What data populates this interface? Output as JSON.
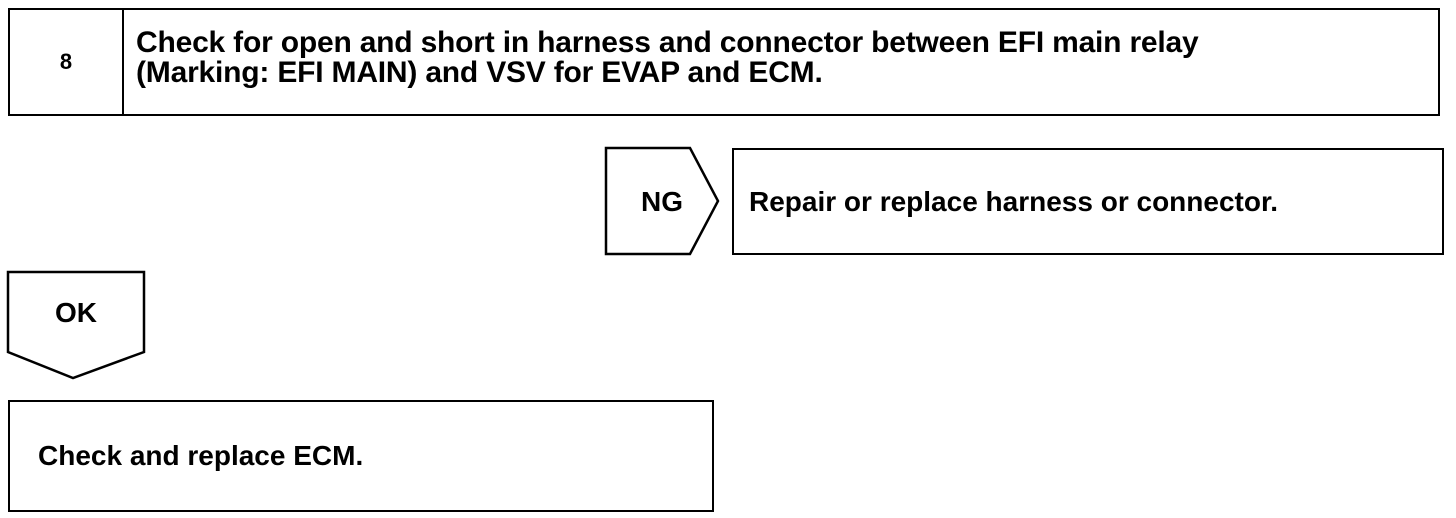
{
  "step": {
    "number": "8",
    "title_line1": "Check for open and short in harness and connector between EFI main relay",
    "title_line2": "(Marking: EFI MAIN) and VSV for EVAP and ECM."
  },
  "ng_branch": {
    "label": "NG",
    "action": "Repair or replace harness or connector."
  },
  "ok_branch": {
    "label": "OK",
    "action": "Check and replace ECM."
  }
}
